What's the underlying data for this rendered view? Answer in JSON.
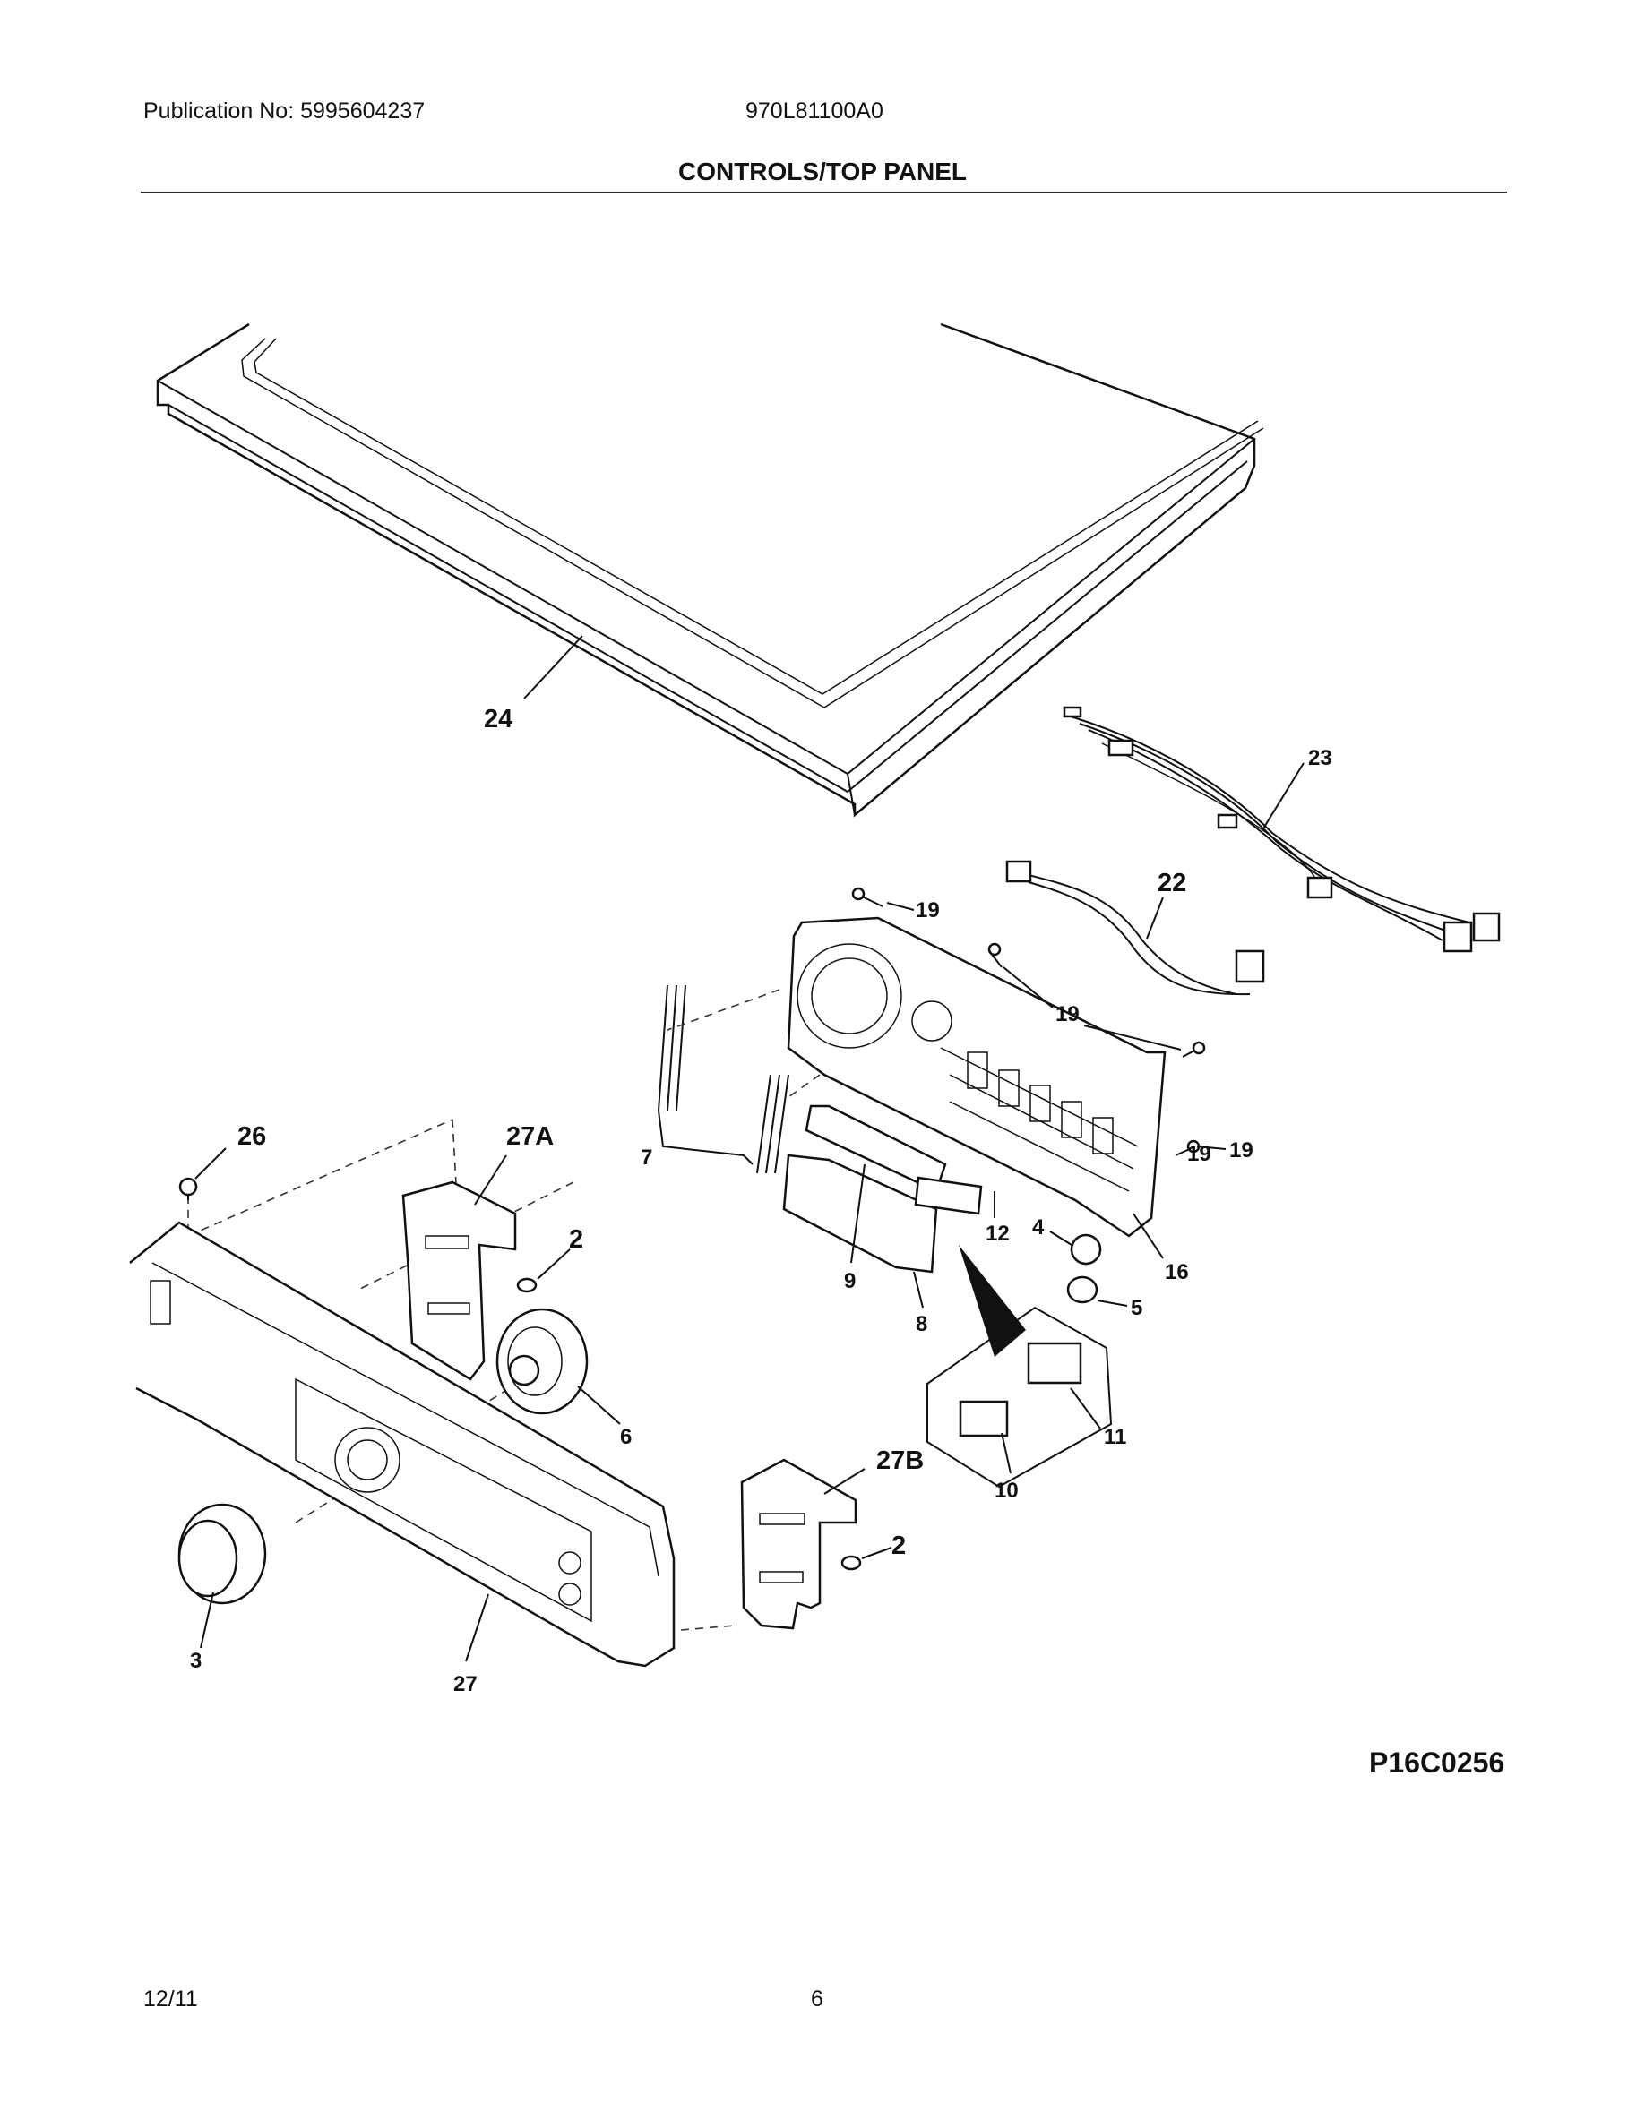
{
  "header": {
    "publication": "Publication No: 5995604237",
    "model": "970L81100A0",
    "title": "CONTROLS/TOP PANEL"
  },
  "diagram": {
    "callouts": [
      "24",
      "23",
      "22",
      "19",
      "19",
      "19",
      "19",
      "26",
      "27A",
      "7",
      "12",
      "2",
      "9",
      "8",
      "4",
      "16",
      "5",
      "11",
      "10",
      "6",
      "27B",
      "2",
      "3",
      "27"
    ]
  },
  "footer": {
    "code": "P16C0256",
    "date": "12/11",
    "page": "6"
  }
}
